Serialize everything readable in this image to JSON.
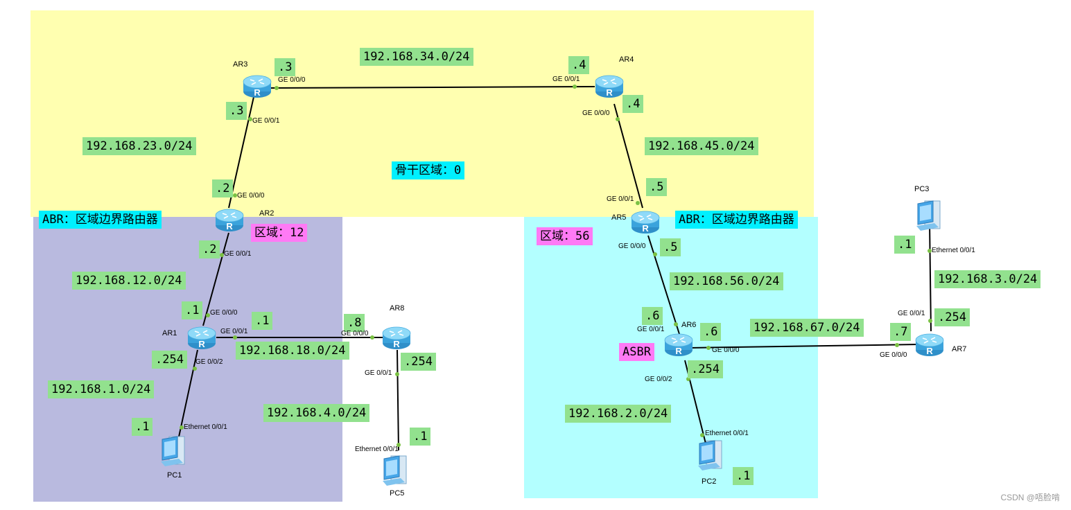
{
  "colors": {
    "backbone_area": "#ffffb0",
    "area12": "#b9badf",
    "area56": "#b3ffff",
    "label_green": "#92e18e",
    "label_cyan": "#00f0ff",
    "label_pink": "#ff7af5",
    "router_body": "#67c4f0",
    "link": "#000000",
    "port_dot": "#7ac143"
  },
  "icons": {
    "router": "router-icon",
    "pc": "pc-icon"
  },
  "areas": {
    "backbone": "骨干区域：0",
    "area12": "区域：12",
    "area56": "区域：56"
  },
  "roles": {
    "abr_left": "ABR：区域边界路由器",
    "abr_right": "ABR：区域边界路由器",
    "asbr": "ASBR"
  },
  "devices": {
    "ar1": "AR1",
    "ar2": "AR2",
    "ar3": "AR3",
    "ar4": "AR4",
    "ar5": "AR5",
    "ar6": "AR6",
    "ar7": "AR7",
    "ar8": "AR8",
    "pc1": "PC1",
    "pc2": "PC2",
    "pc3": "PC3",
    "pc5": "PC5"
  },
  "networks": {
    "n34": "192.168.34.0/24",
    "n23": "192.168.23.0/24",
    "n45": "192.168.45.0/24",
    "n12": "192.168.12.0/24",
    "n18": "192.168.18.0/24",
    "n1": "192.168.1.0/24",
    "n4": "192.168.4.0/24",
    "n56": "192.168.56.0/24",
    "n67": "192.168.67.0/24",
    "n3": "192.168.3.0/24",
    "n2": "192.168.2.0/24"
  },
  "host_ids": {
    "ar3_g000": ".3",
    "ar3_g001": ".3",
    "ar4_g001": ".4",
    "ar4_g000": ".4",
    "ar2_g000": ".2",
    "ar2_g001": ".2",
    "ar5_g001": ".5",
    "ar5_g000": ".5",
    "ar1_g000": ".1",
    "ar1_g001": ".1",
    "ar1_g002": ".254",
    "ar8_g000": ".8",
    "ar8_g001": ".254",
    "pc1": ".1",
    "pc5": ".1",
    "ar6_g001": ".6",
    "ar6_g000": ".6",
    "ar6_g002": ".254",
    "ar7_g000": ".7",
    "ar7_g001": ".254",
    "pc3": ".1",
    "pc2": ".1"
  },
  "ports": {
    "ar3_g000": "GE 0/0/0",
    "ar3_g001": "GE 0/0/1",
    "ar4_g001": "GE 0/0/1",
    "ar4_g000": "GE 0/0/0",
    "ar2_g000": "GE 0/0/0",
    "ar2_g001": "GE 0/0/1",
    "ar5_g001": "GE 0/0/1",
    "ar5_g000": "GE 0/0/0",
    "ar1_g000": "GE 0/0/0",
    "ar1_g001": "GE 0/0/1",
    "ar1_g002": "GE 0/0/2",
    "ar8_g000": "GE 0/0/0",
    "ar8_g001": "GE 0/0/1",
    "pc1_eth": "Ethernet 0/0/1",
    "pc5_eth": "Ethernet 0/0/1",
    "ar6_g001": "GE 0/0/1",
    "ar6_g000": "GE 0/0/0",
    "ar6_g002": "GE 0/0/2",
    "ar7_g000": "GE 0/0/0",
    "ar7_g001": "GE 0/0/1",
    "pc3_eth": "Ethernet 0/0/1",
    "pc2_eth": "Ethernet 0/0/1"
  },
  "watermark": "CSDN @唔脸啃"
}
